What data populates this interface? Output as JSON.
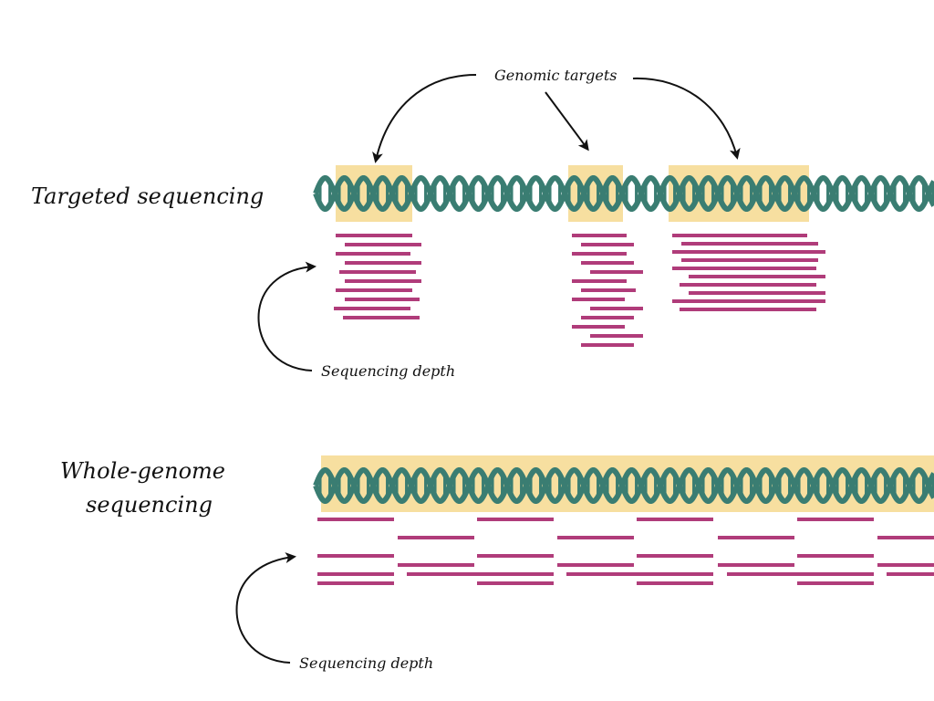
{
  "labels": {
    "genomic_targets": "Genomic targets",
    "targeted_title": "Targeted sequencing",
    "wgs_title_line1": "Whole-genome",
    "wgs_title_line2": "sequencing",
    "depth_targeted": "Sequencing depth",
    "depth_wgs": "Sequencing depth"
  },
  "colors": {
    "dna": "#3a7d72",
    "target_highlight": "#f7dfa0",
    "read": "#b03c7a",
    "text": "#111111",
    "arrow": "#111111"
  },
  "icons": {
    "strand": "dna-double-helix-icon",
    "arrow": "curved-arrow-icon"
  }
}
